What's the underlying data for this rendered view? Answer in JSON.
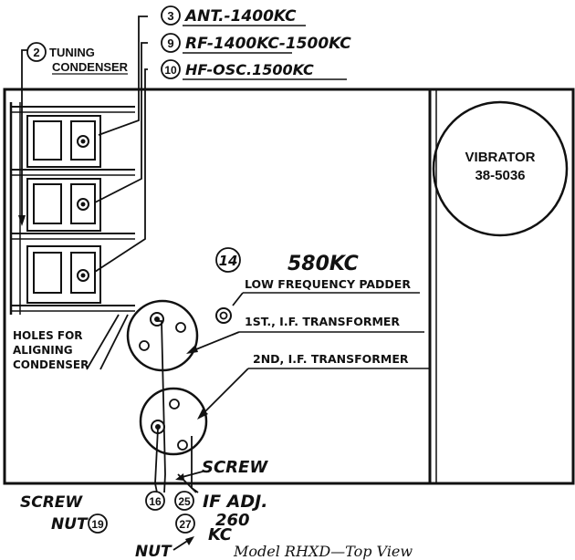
{
  "labels": {
    "tuning_condenser_num": "2",
    "tuning_condenser_line1": "TUNING",
    "tuning_condenser_line2": "CONDENSER",
    "ant_num": "3",
    "ant_text": "ANT.-1400KC",
    "rf_num": "9",
    "rf_text": "RF-1400KC-1500KC",
    "hf_num": "10",
    "hf_text": "HF-OSC.1500KC",
    "vibrator_line1": "VIBRATOR",
    "vibrator_line2": "38-5036",
    "padder_num": "14",
    "padder_freq": "580KC",
    "padder_text": "LOW FREQUENCY PADDER",
    "if1_text": "1ST., I.F. TRANSFORMER",
    "if2_text": "2ND, I.F. TRANSFORMER",
    "holes_line1": "HOLES FOR",
    "holes_line2": "ALIGNING",
    "holes_line3": "CONDENSER",
    "screw_right": "SCREW",
    "screw_left": "SCREW",
    "screw_num": "16",
    "nut_left": "NUT",
    "nut_num": "19",
    "if_adj_num": "25",
    "if_adj_text": "IF ADJ.",
    "nut_num2": "27",
    "if_freq_line1": "260",
    "if_freq_line2": "KC",
    "nut_bottom": "NUT",
    "caption": "Model RHXD—Top View"
  }
}
